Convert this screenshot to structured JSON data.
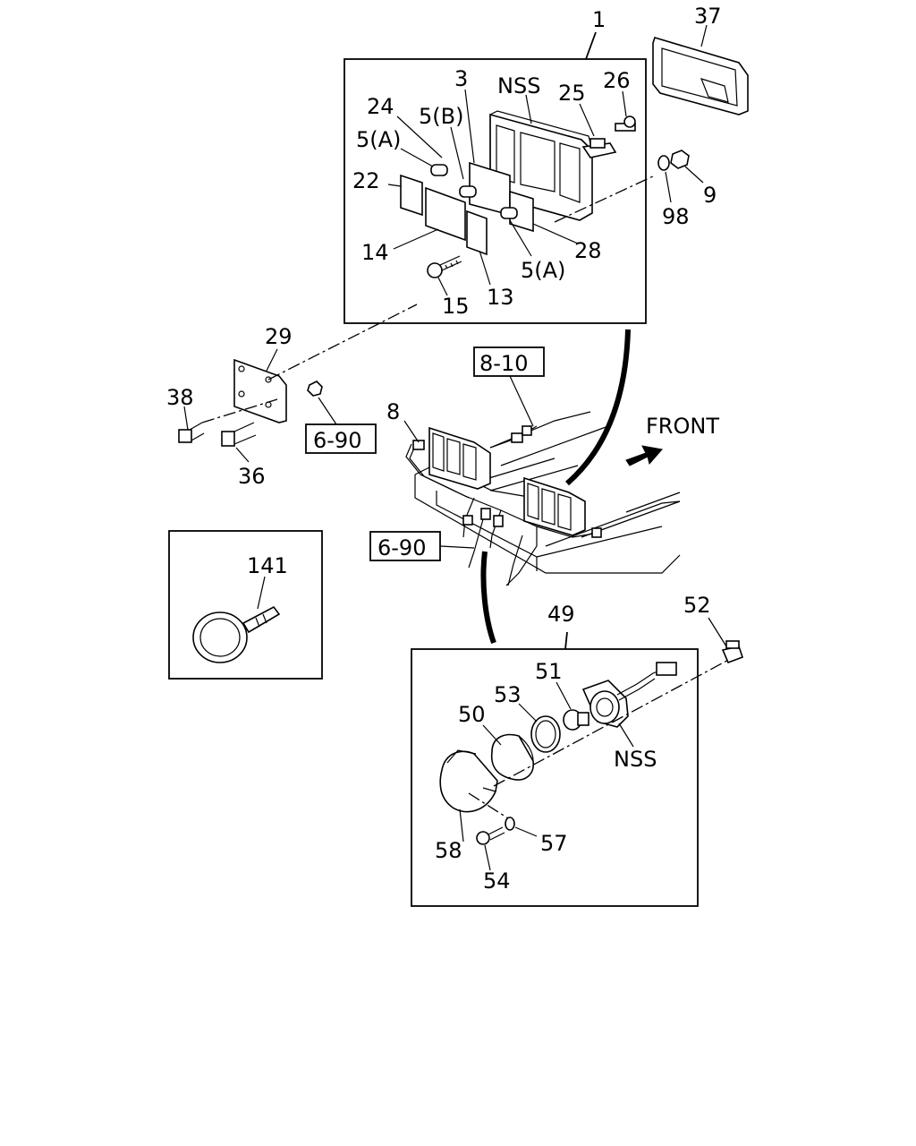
{
  "callouts": {
    "c1": "1",
    "c37": "37",
    "c3": "3",
    "nss_top": "NSS",
    "c25": "25",
    "c26": "26",
    "c24": "24",
    "c5b": "5(B)",
    "c5a_left": "5(A)",
    "c22": "22",
    "c14": "14",
    "c15": "15",
    "c13": "13",
    "c5a_right": "5(A)",
    "c28": "28",
    "c98": "98",
    "c9": "9",
    "c29": "29",
    "c38": "38",
    "c36": "36",
    "c8": "8",
    "c141": "141",
    "c49": "49",
    "c52": "52",
    "c51": "51",
    "c53": "53",
    "c50": "50",
    "nss_bottom": "NSS",
    "c58": "58",
    "c54": "54",
    "c57": "57"
  },
  "reference_boxes": {
    "ref_8_10": "8-10",
    "ref_6_90_top": "6-90",
    "ref_6_90_mid": "6-90"
  },
  "direction_label": "FRONT"
}
